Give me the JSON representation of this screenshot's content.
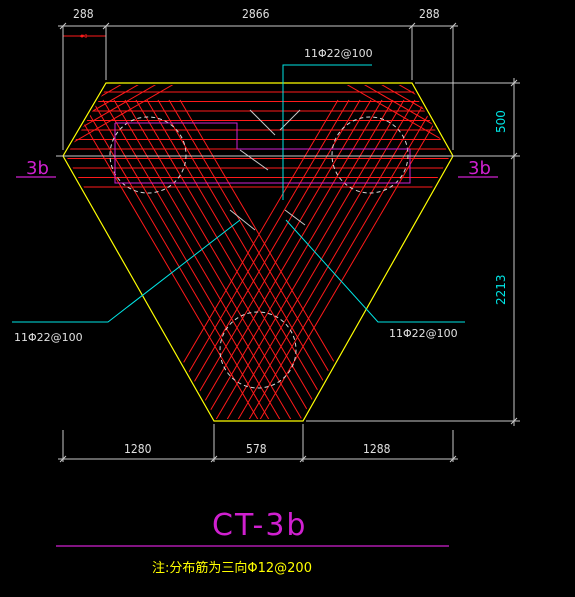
{
  "dimensions": {
    "top_left": "288",
    "top_middle": "2866",
    "top_right": "288",
    "right_upper": "500",
    "right_lower": "2213",
    "bottom_left": "1280",
    "bottom_middle": "578",
    "bottom_right": "1288"
  },
  "rebar_labels": {
    "top": "11Φ22@100",
    "left": "11Φ22@100",
    "right": "11Φ22@100"
  },
  "section_marks": {
    "left": "3b",
    "right": "3b"
  },
  "title": "CT-3b",
  "note": "注:分布筋为三向Φ12@200",
  "colors": {
    "outline": "#ffff00",
    "rebar": "#ff1a1a",
    "dimension": "#c8c8c8",
    "leader": "#00e5e5",
    "section": "#d020d0"
  }
}
